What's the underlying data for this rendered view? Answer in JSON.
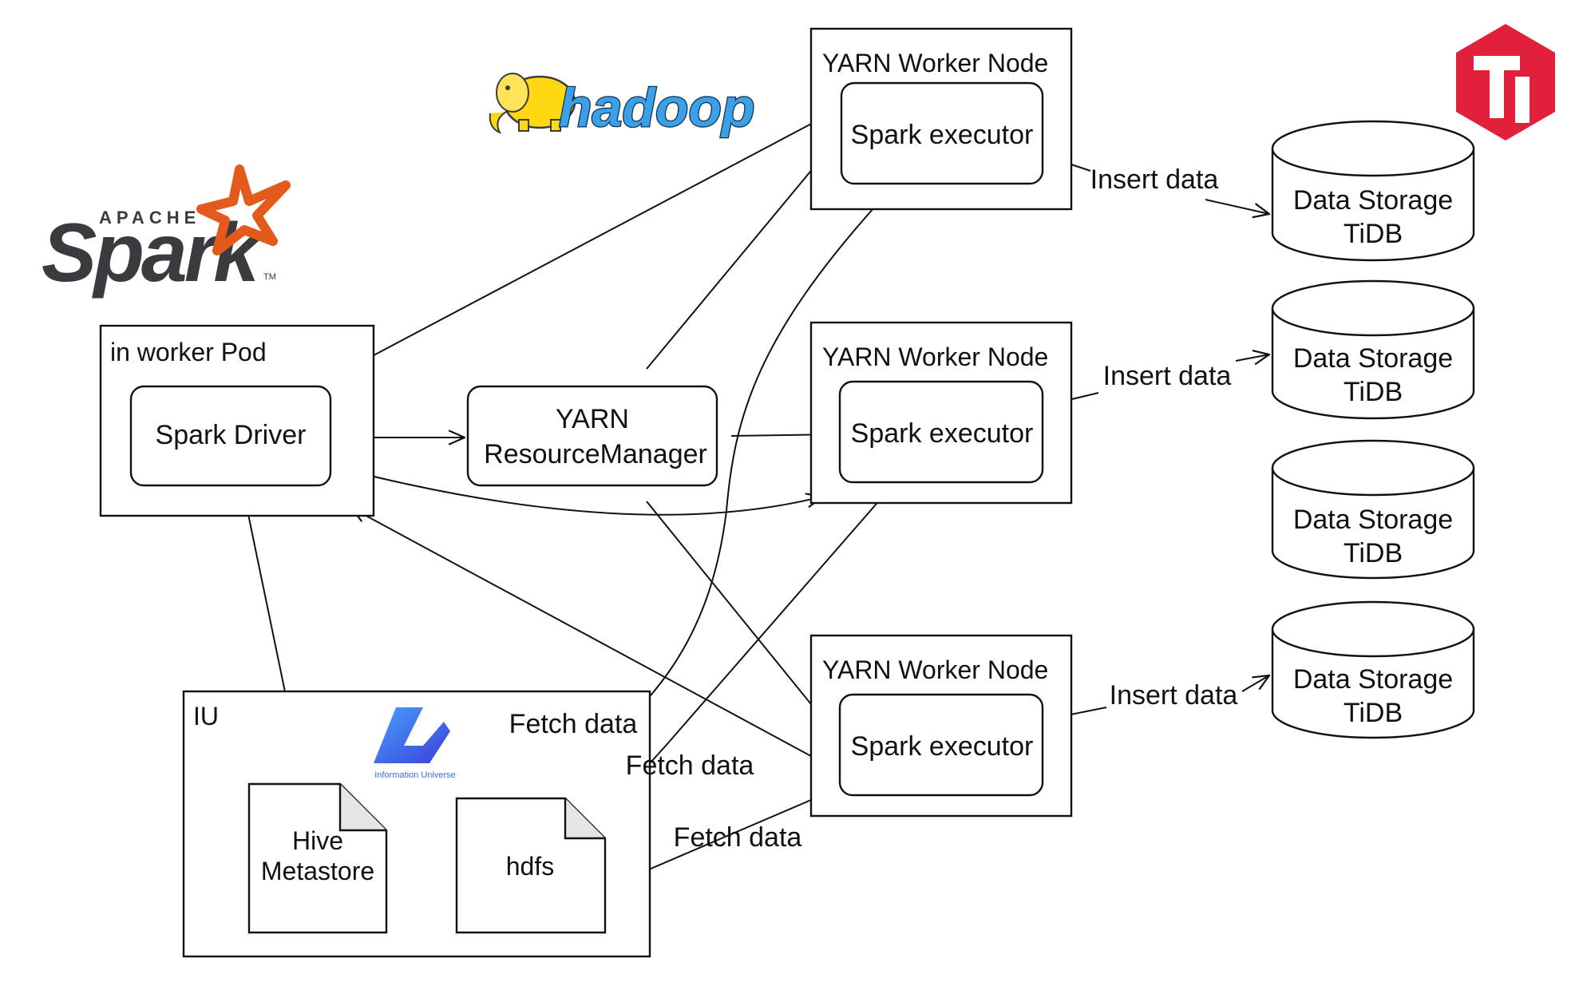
{
  "logos": {
    "spark_apache": "APACHE",
    "spark_word": "Spark",
    "spark_tm": "TM",
    "hadoop_word": "hadoop",
    "iu_caption": "Information Universe"
  },
  "worker_pod": {
    "label": "in worker Pod",
    "driver": "Spark Driver"
  },
  "resource_manager": {
    "line1": "YARN",
    "line2": "ResourceManager"
  },
  "worker_nodes": [
    {
      "label": "YARN Worker Node",
      "executor": "Spark executor"
    },
    {
      "label": "YARN Worker Node",
      "executor": "Spark executor"
    },
    {
      "label": "YARN Worker Node",
      "executor": "Spark executor"
    }
  ],
  "storages": [
    {
      "line1": "Data Storage",
      "line2": "TiDB"
    },
    {
      "line1": "Data Storage",
      "line2": "TiDB"
    },
    {
      "line1": "Data Storage",
      "line2": "TiDB"
    },
    {
      "line1": "Data Storage",
      "line2": "TiDB"
    }
  ],
  "edge_labels": {
    "insert_1": "Insert data",
    "insert_2": "Insert data",
    "insert_3": "Insert data",
    "fetch_1": "Fetch data",
    "fetch_2": "Fetch data",
    "fetch_3": "Fetch data"
  },
  "iu": {
    "label": "IU",
    "hive_line1": "Hive",
    "hive_line2": "Metastore",
    "hdfs": "hdfs"
  },
  "colors": {
    "spark_orange": "#e25a1c",
    "spark_gray": "#3c3a3e",
    "hadoop_yellow": "#ffd814",
    "hadoop_blue": "#3ca0e8",
    "iu_blue": "#3a6df0",
    "tidb_red": "#e1203b"
  }
}
